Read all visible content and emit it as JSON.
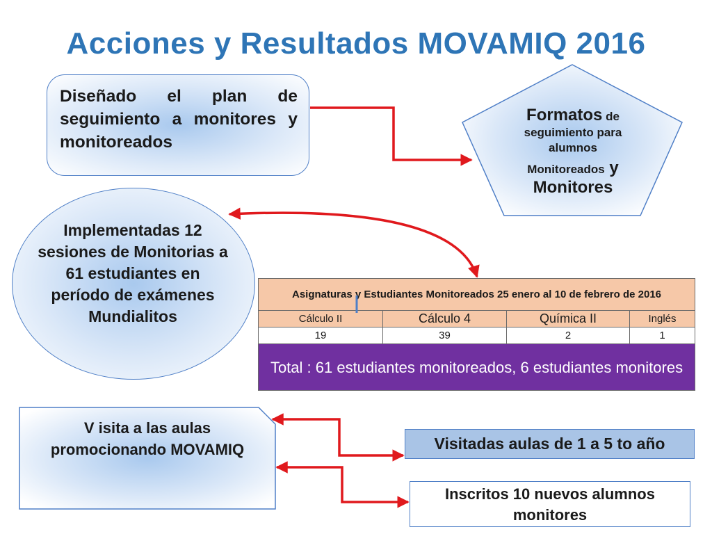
{
  "title": "Acciones y Resultados MOVAMIQ 2016",
  "box1": {
    "text": "Diseñado el plan de seguimiento a monitores y monitoreados"
  },
  "pentagon": {
    "line1_big": "Formatos",
    "line1_small": " de",
    "line2": "seguimiento para",
    "line3": "alumnos",
    "line4_small": "Monitoreados",
    "line4_big": " y",
    "line5": "Monitores"
  },
  "oval": {
    "text": "Implementadas 12 sesiones de Monitorias a 61 estudiantes en período de exámenes Mundialitos"
  },
  "table": {
    "header": "Asignaturas y Estudiantes Monitoreados  25 enero al 10 de febrero de 2016",
    "columns": [
      "Cálculo II",
      "Cálculo 4",
      "Química II",
      "Inglés"
    ],
    "values": [
      "19",
      "39",
      "2",
      "1"
    ],
    "total": "Total : 61 estudiantes monitoreados, 6 estudiantes monitores"
  },
  "box3": {
    "text": "V isita a las aulas promocionando MOVAMIQ"
  },
  "result1": {
    "text": "Visitadas aulas de 1 a 5 to año"
  },
  "result2": {
    "text": "Inscritos 10 nuevos alumnos monitores"
  },
  "colors": {
    "title": "#2e75b6",
    "arrow": "#e0191d",
    "box_border": "#4f7fc7",
    "table_header_bg": "#f6c8a8",
    "table_total_bg": "#7030a0",
    "result1_bg": "#a9c4e6"
  }
}
